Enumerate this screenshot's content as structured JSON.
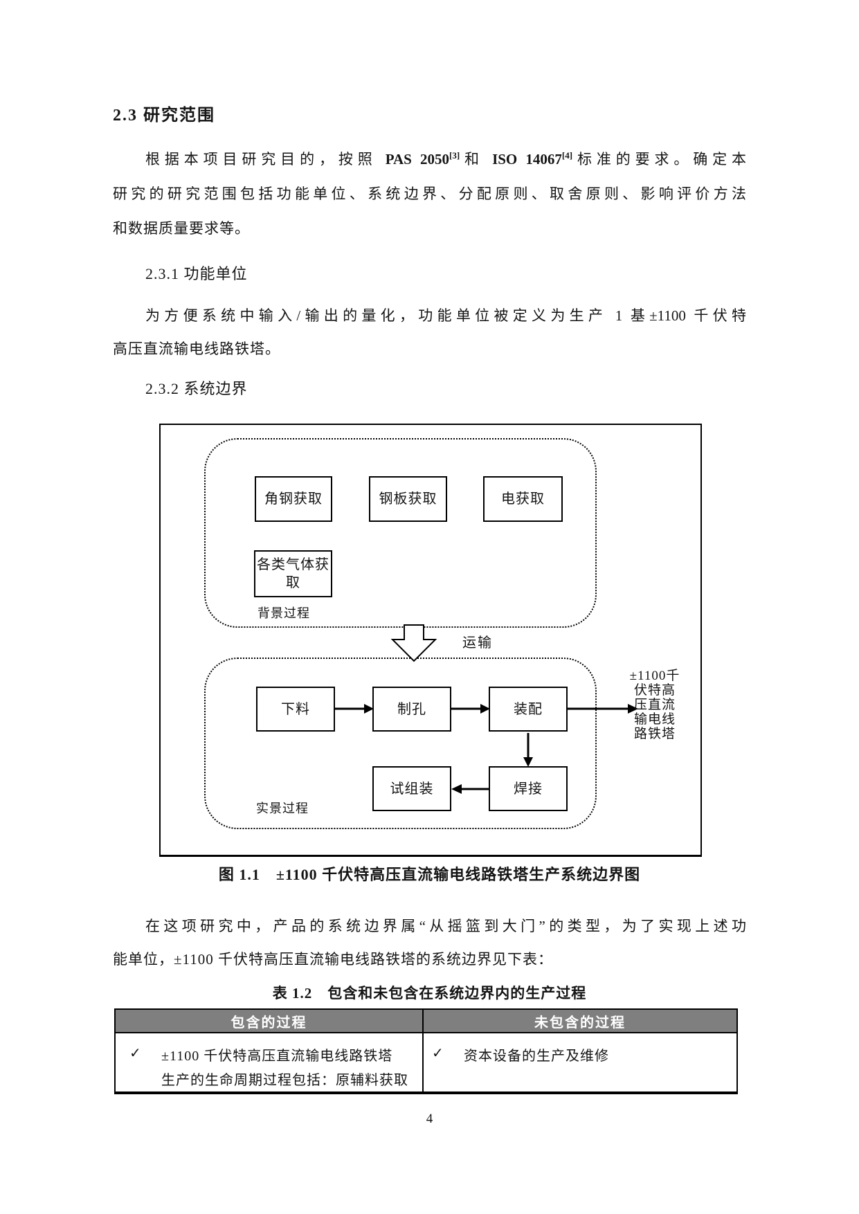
{
  "document": {
    "section_heading": "2.3 研究范围",
    "para1": {
      "l1_seg1": "根据本项目研究目的，按照 ",
      "l1_ref1_text": "PAS 2050",
      "l1_ref1_sup": "[3]",
      "l1_seg2": "和 ",
      "l1_ref2_text": "ISO 14067",
      "l1_ref2_sup": "[4]",
      "l1_seg3": "标准的要求。确定本",
      "l2": "研究的研究范围包括功能单位、系统边界、分配原则、取舍原则、影响评价方法",
      "l3": "和数据质量要求等。"
    },
    "sub231_heading": "2.3.1 功能单位",
    "para2": {
      "l1": "为方便系统中输入/输出的量化，功能单位被定义为生产 1 基±1100 千伏特",
      "l2": "高压直流输电线路铁塔。"
    },
    "sub232_heading": "2.3.2 系统边界",
    "para3": {
      "l1": "在这项研究中，产品的系统边界属“从摇篮到大门”的类型，为了实现上述功",
      "l2": "能单位，±1100 千伏特高压直流输电线路铁塔的系统边界见下表："
    },
    "page_number": "4"
  },
  "figure": {
    "caption": "图 1.1　±1100 千伏特高压直流输电线路铁塔生产系统边界图",
    "background_group_label": "背景过程",
    "foreground_group_label": "实景过程",
    "transport_label": "运输",
    "bg_boxes": [
      "角钢获取",
      "钢板获取",
      "电获取",
      "各类气体获取"
    ],
    "fg_boxes": [
      "下料",
      "制孔",
      "装配",
      "焊接",
      "试组装"
    ],
    "output_lines": [
      "±1100千",
      "伏特高",
      "压直流",
      "输电线",
      "路铁塔"
    ]
  },
  "table": {
    "caption": "表 1.2　包含和未包含在系统边界内的生产过程",
    "columns": [
      "包含的过程",
      "未包含的过程"
    ],
    "header_bg": "#7f7f7f",
    "rows": [
      {
        "included_check": "✓",
        "included_lines": [
          "±1100 千伏特高压直流输电线路铁塔",
          "生产的生命周期过程包括：原辅料获取"
        ],
        "excluded_check": "✓",
        "excluded_lines": [
          "资本设备的生产及维修"
        ]
      }
    ]
  }
}
